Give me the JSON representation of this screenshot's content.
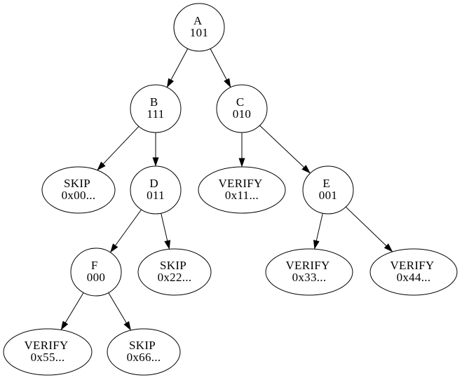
{
  "diagram": {
    "type": "binary-tree",
    "colors": {
      "background": "#ffffff",
      "stroke": "#000000",
      "text": "#000000"
    },
    "nodes": [
      {
        "id": "A",
        "shape": "circle",
        "line1": "A",
        "line2": "101"
      },
      {
        "id": "B",
        "shape": "circle",
        "line1": "B",
        "line2": "111"
      },
      {
        "id": "C",
        "shape": "circle",
        "line1": "C",
        "line2": "010"
      },
      {
        "id": "skip-0x00",
        "shape": "ellipse",
        "line1": "SKIP",
        "line2": "0x00..."
      },
      {
        "id": "D",
        "shape": "circle",
        "line1": "D",
        "line2": "011"
      },
      {
        "id": "verify-0x11",
        "shape": "ellipse",
        "line1": "VERIFY",
        "line2": "0x11..."
      },
      {
        "id": "E",
        "shape": "circle",
        "line1": "E",
        "line2": "001"
      },
      {
        "id": "F",
        "shape": "circle",
        "line1": "F",
        "line2": "000"
      },
      {
        "id": "skip-0x22",
        "shape": "ellipse",
        "line1": "SKIP",
        "line2": "0x22..."
      },
      {
        "id": "verify-0x33",
        "shape": "ellipse",
        "line1": "VERIFY",
        "line2": "0x33..."
      },
      {
        "id": "verify-0x44",
        "shape": "ellipse",
        "line1": "VERIFY",
        "line2": "0x44..."
      },
      {
        "id": "verify-0x55",
        "shape": "ellipse",
        "line1": "VERIFY",
        "line2": "0x55..."
      },
      {
        "id": "skip-0x66",
        "shape": "ellipse",
        "line1": "SKIP",
        "line2": "0x66..."
      }
    ],
    "edges": [
      {
        "from": "A",
        "to": "B"
      },
      {
        "from": "A",
        "to": "C"
      },
      {
        "from": "B",
        "to": "skip-0x00"
      },
      {
        "from": "B",
        "to": "D"
      },
      {
        "from": "C",
        "to": "verify-0x11"
      },
      {
        "from": "C",
        "to": "E"
      },
      {
        "from": "D",
        "to": "F"
      },
      {
        "from": "D",
        "to": "skip-0x22"
      },
      {
        "from": "E",
        "to": "verify-0x33"
      },
      {
        "from": "E",
        "to": "verify-0x44"
      },
      {
        "from": "F",
        "to": "verify-0x55"
      },
      {
        "from": "F",
        "to": "skip-0x66"
      }
    ]
  }
}
